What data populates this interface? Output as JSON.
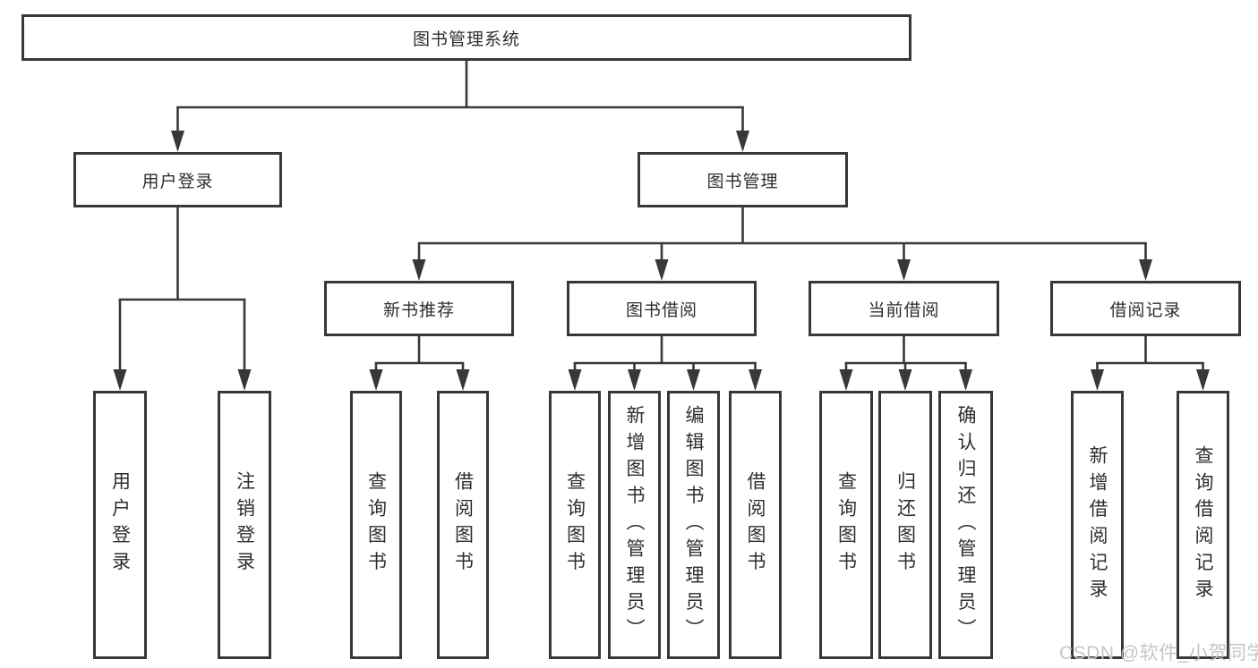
{
  "nodes": {
    "root": "图书管理系统",
    "user_login": "用户登录",
    "book_mgmt": "图书管理",
    "new_book_rec": "新书推荐",
    "book_borrow": "图书借阅",
    "current_borrow": "当前借阅",
    "borrow_records": "借阅记录",
    "leaf_user_login": "用户登录",
    "leaf_logout": "注销登录",
    "rec_query_books": "查询图书",
    "rec_borrow_books": "借阅图书",
    "bb_query_books": "查询图书",
    "bb_add_books": "新增图书（管理员）",
    "bb_edit_books": "编辑图书（管理员）",
    "bb_borrow_books": "借阅图书",
    "cb_query_books": "查询图书",
    "cb_return_books": "归还图书",
    "cb_confirm_return": "确认归还（管理员）",
    "br_add_record": "新增借阅记录",
    "br_query_record": "查询借阅记录"
  },
  "structure": {
    "图书管理系统": {
      "用户登录": [
        "用户登录",
        "注销登录"
      ],
      "图书管理": {
        "新书推荐": [
          "查询图书",
          "借阅图书"
        ],
        "图书借阅": [
          "查询图书",
          "新增图书（管理员）",
          "编辑图书（管理员）",
          "借阅图书"
        ],
        "当前借阅": [
          "查询图书",
          "归还图书",
          "确认归还（管理员）"
        ],
        "借阅记录": [
          "新增借阅记录",
          "查询借阅记录"
        ]
      }
    }
  },
  "watermark": {
    "text": "CSDN @软件_小贺同学"
  },
  "colors": {
    "line": "#383838",
    "box_border": "#383838",
    "text": "#2e2e2e",
    "watermark": "#c6c6c6",
    "background": "#ffffff"
  }
}
